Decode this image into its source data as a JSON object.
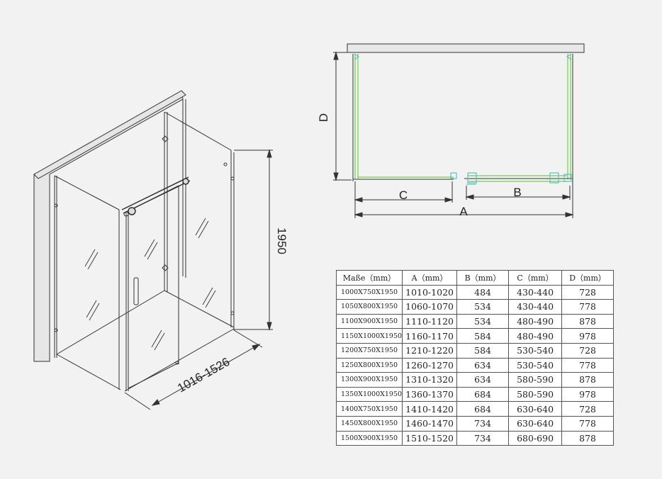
{
  "dimensions": {
    "width_range": "1016-1526",
    "height": "1950",
    "A": "A",
    "B": "B",
    "C": "C",
    "D": "D"
  },
  "table": {
    "headers": [
      "Maße（mm）",
      "A（mm）",
      "B（mm）",
      "C（mm）",
      "D（mm）"
    ],
    "rows": [
      [
        "1000X750X1950",
        "1010-1020",
        "484",
        "430-440",
        "728"
      ],
      [
        "1050X800X1950",
        "1060-1070",
        "534",
        "430-440",
        "778"
      ],
      [
        "1100X900X1950",
        "1110-1120",
        "534",
        "480-490",
        "878"
      ],
      [
        "1150X1000X1950",
        "1160-1170",
        "584",
        "480-490",
        "978"
      ],
      [
        "1200X750X1950",
        "1210-1220",
        "584",
        "530-540",
        "728"
      ],
      [
        "1250X800X1950",
        "1260-1270",
        "634",
        "530-540",
        "778"
      ],
      [
        "1300X900X1950",
        "1310-1320",
        "634",
        "580-590",
        "878"
      ],
      [
        "1350X1000X1950",
        "1360-1370",
        "684",
        "580-590",
        "978"
      ],
      [
        "1400X750X1950",
        "1410-1420",
        "684",
        "630-640",
        "728"
      ],
      [
        "1450X800X1950",
        "1460-1470",
        "734",
        "630-640",
        "778"
      ],
      [
        "1500X900X1950",
        "1510-1520",
        "734",
        "680-690",
        "878"
      ]
    ]
  },
  "colors": {
    "line": "#333333",
    "glass_edge": "#6fcf4f",
    "fitting": "#5bc0c8"
  }
}
